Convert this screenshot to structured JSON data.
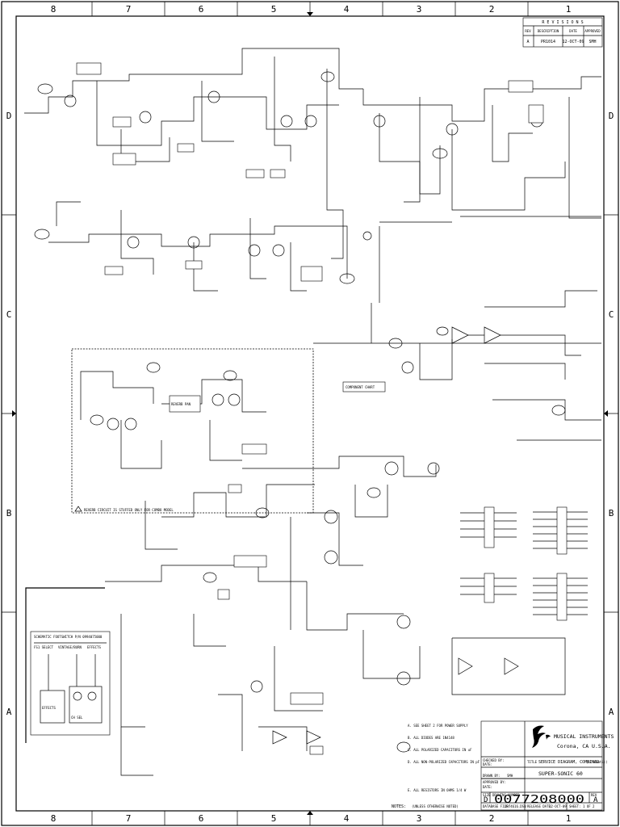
{
  "zones": {
    "columns": [
      "8",
      "7",
      "6",
      "5",
      "4",
      "3",
      "2",
      "1"
    ],
    "rows": [
      "D",
      "C",
      "B",
      "A"
    ]
  },
  "revisions": {
    "title": "R E V I S I O N S",
    "headers": [
      "REV",
      "DESCRIPTION",
      "DATE",
      "APPROVED"
    ],
    "rows": [
      {
        "rev": "A",
        "description": "PR1014",
        "date": "12-OCT-09",
        "approved": "SMH"
      }
    ]
  },
  "title_block": {
    "company": "MUSICAL INSTRUMENTS",
    "location": "Corona, CA  U.S.A.",
    "title_label": "TITLE",
    "title": "SERVICE DIAGRAM, COMBINED",
    "title_suffix": "(schematic)",
    "model": "SUPER-SONIC 60",
    "checked_by_label": "CHECKED BY:",
    "approved_by_label": "APPROVED BY:",
    "date_label": "DATE:",
    "drawn_by_label": "DRAWN BY:",
    "drawn_by": "SMH",
    "size_label": "SIZE",
    "size": "D",
    "drawing_number_label": "DRAWING NUMBER",
    "drawing_number": "0077208000",
    "rev_label": "REV",
    "rev": "A",
    "database_file_label": "DATABASE FILE:",
    "database_file": "2974616.DSN",
    "release_label": "RELEASE DATE:",
    "release_date": "12-OCT-09",
    "sheet_label": "SHEET:",
    "sheet": "1 OF 2"
  },
  "notes": {
    "header": "NOTES:",
    "header_sub": "(UNLESS OTHERWISE NOTED)",
    "items": [
      "A. SEE SHEET 2 FOR POWER SUPPLY",
      "B. ALL DIODES ARE 1N4148",
      "C. ALL POLARIZED CAPACITORS IN uF",
      "D. ALL NON-POLARIZED CAPACITORS IN pF",
      "E. ALL RESISTORS IN OHMS 1/4 W"
    ]
  },
  "labels": {
    "reverb_note": "REVERB CIRCUIT IS STUFFED ONLY FOR COMBO MODEL",
    "footswitch_title": "SCHEMATIC FOOTSWITCH P/N 0994075000",
    "component_chart": "COMPONENT CHART",
    "effects": "EFFECTS",
    "channel": "CH SEL",
    "reverb_pan": "REVERB PAN",
    "vibratone": "VINTAGE/BURN",
    "schematic_note": "SEE SHEET 2",
    "footswitch_ports": [
      "FS1 SELECT",
      "VINTAGE/BURN",
      "EFFECTS"
    ]
  }
}
